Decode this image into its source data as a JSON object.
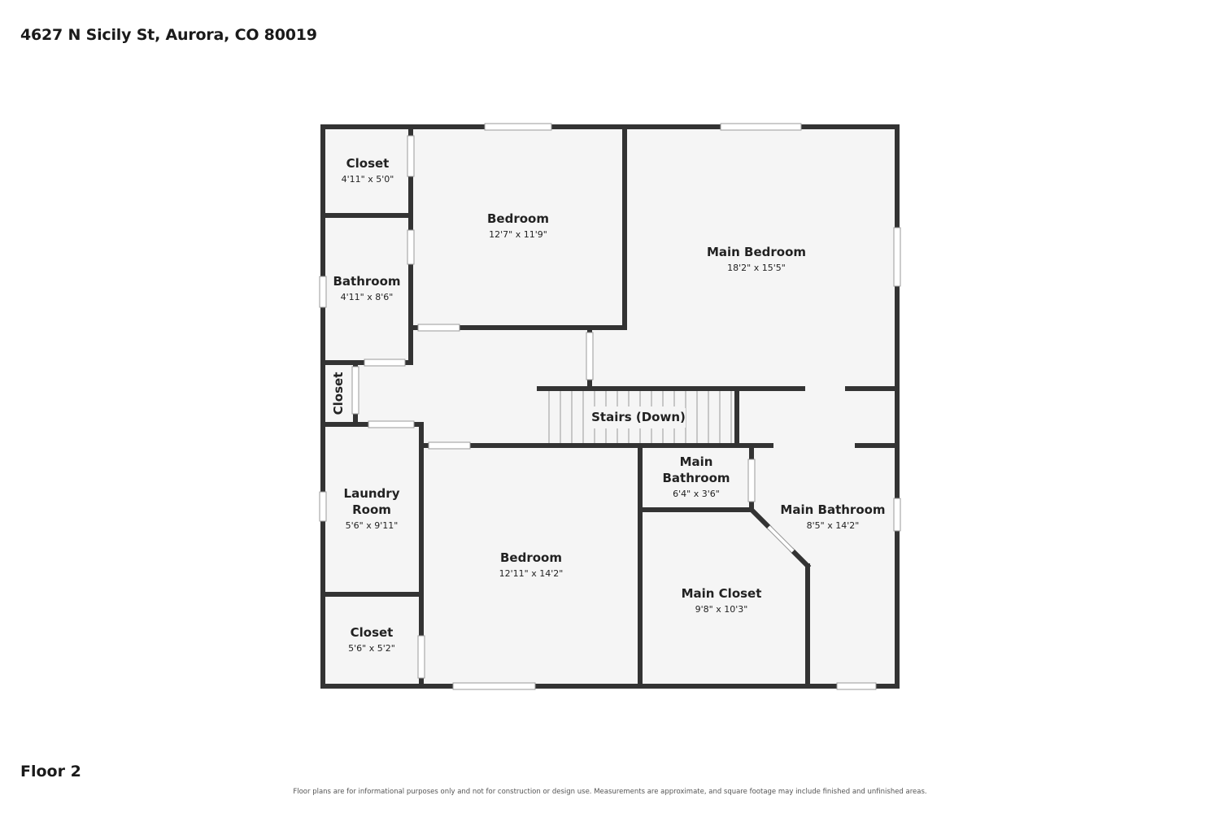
{
  "address": "4627 N Sicily St, Aurora, CO 80019",
  "floor_label": "Floor 2",
  "disclaimer": "Floor plans are for informational purposes only and not for construction or design use. Measurements are approximate, and square footage may include finished and unfinished areas.",
  "rooms": {
    "closet_top": {
      "name": "Closet",
      "dims": "4'11\" x 5'0\""
    },
    "bedroom_top": {
      "name": "Bedroom",
      "dims": "12'7\" x 11'9\""
    },
    "main_bedroom": {
      "name": "Main Bedroom",
      "dims": "18'2\" x 15'5\""
    },
    "bathroom": {
      "name": "Bathroom",
      "dims": "4'11\" x 8'6\""
    },
    "closet_small": {
      "name": "Closet"
    },
    "stairs": {
      "name": "Stairs (Down)"
    },
    "laundry": {
      "name_line1": "Laundry",
      "name_line2": "Room",
      "dims": "5'6\" x 9'11\""
    },
    "bedroom_bottom": {
      "name": "Bedroom",
      "dims": "12'11\" x 14'2\""
    },
    "main_bath_small": {
      "name_line1": "Main",
      "name_line2": "Bathroom",
      "dims": "6'4\" x 3'6\""
    },
    "main_bathroom": {
      "name": "Main Bathroom",
      "dims": "8'5\" x 14'2\""
    },
    "main_closet": {
      "name": "Main Closet",
      "dims": "9'8\" x 10'3\""
    },
    "closet_bottom": {
      "name": "Closet",
      "dims": "5'6\" x 5'2\""
    }
  },
  "colors": {
    "wall": "#333333",
    "floor": "#f5f5f5",
    "window": "#ffffff"
  }
}
